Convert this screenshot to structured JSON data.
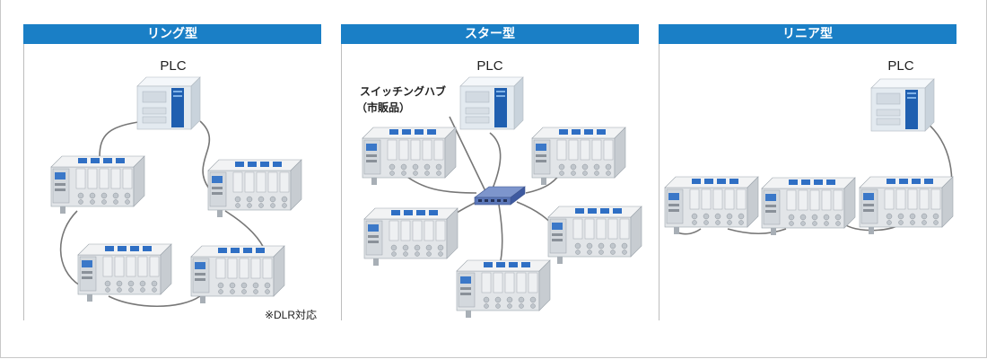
{
  "panels": {
    "ring": {
      "title": "リング型",
      "plc": "PLC",
      "note": "※DLR対応"
    },
    "star": {
      "title": "スター型",
      "plc": "PLC",
      "switch_label_1": "スイッチングハブ",
      "switch_label_2": "（市販品）"
    },
    "linear": {
      "title": "リニア型",
      "plc": "PLC"
    }
  },
  "colors": {
    "header_bg": "#1a7fc6",
    "header_text": "#ffffff",
    "plc_body": "#e3eaf0",
    "plc_panel": "#1f5fb0",
    "switch_body": "#5b77b8",
    "cable": "#777777"
  }
}
